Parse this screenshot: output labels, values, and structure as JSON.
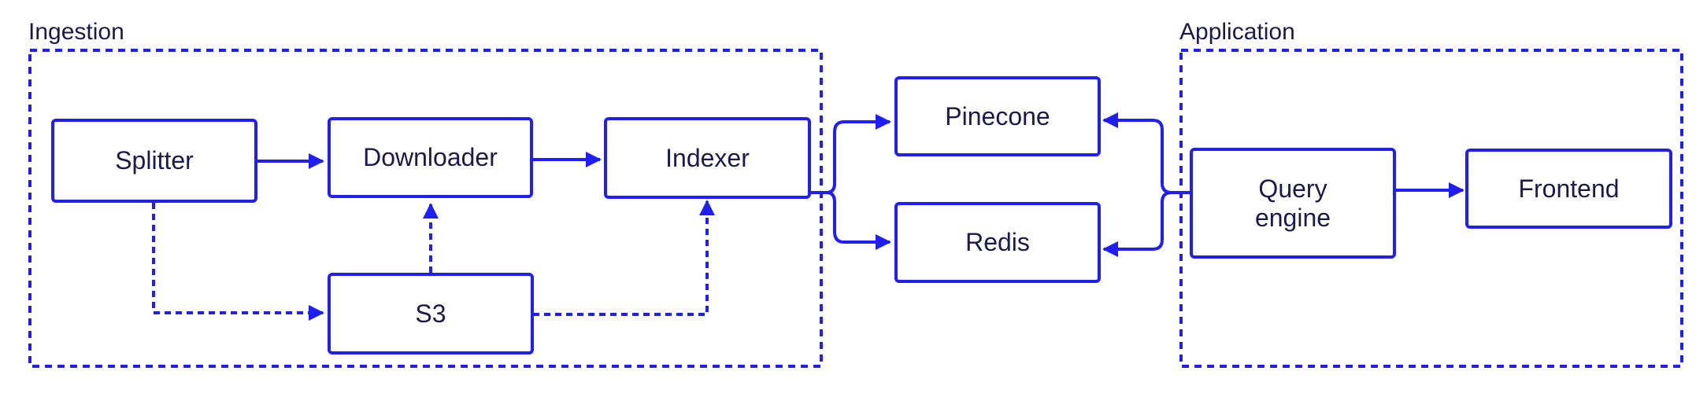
{
  "colors": {
    "accent": "#1f1ff5",
    "text": "#1a1a4e"
  },
  "groups": {
    "ingestion": {
      "label": "Ingestion"
    },
    "application": {
      "label": "Application"
    }
  },
  "nodes": {
    "splitter": {
      "label": "Splitter"
    },
    "downloader": {
      "label": "Downloader"
    },
    "indexer": {
      "label": "Indexer"
    },
    "s3": {
      "label": "S3"
    },
    "pinecone": {
      "label": "Pinecone"
    },
    "redis": {
      "label": "Redis"
    },
    "query_engine": {
      "label": "Query\nengine"
    },
    "frontend": {
      "label": "Frontend"
    }
  },
  "edges": [
    {
      "from": "splitter",
      "to": "downloader",
      "style": "solid"
    },
    {
      "from": "downloader",
      "to": "indexer",
      "style": "solid"
    },
    {
      "from": "splitter",
      "to": "s3",
      "style": "dashed"
    },
    {
      "from": "s3",
      "to": "downloader",
      "style": "dashed"
    },
    {
      "from": "s3",
      "to": "indexer",
      "style": "dashed"
    },
    {
      "from": "indexer",
      "to": "pinecone",
      "style": "solid"
    },
    {
      "from": "indexer",
      "to": "redis",
      "style": "solid"
    },
    {
      "from": "query_engine",
      "to": "pinecone",
      "style": "solid"
    },
    {
      "from": "query_engine",
      "to": "redis",
      "style": "solid"
    },
    {
      "from": "query_engine",
      "to": "frontend",
      "style": "solid"
    }
  ]
}
